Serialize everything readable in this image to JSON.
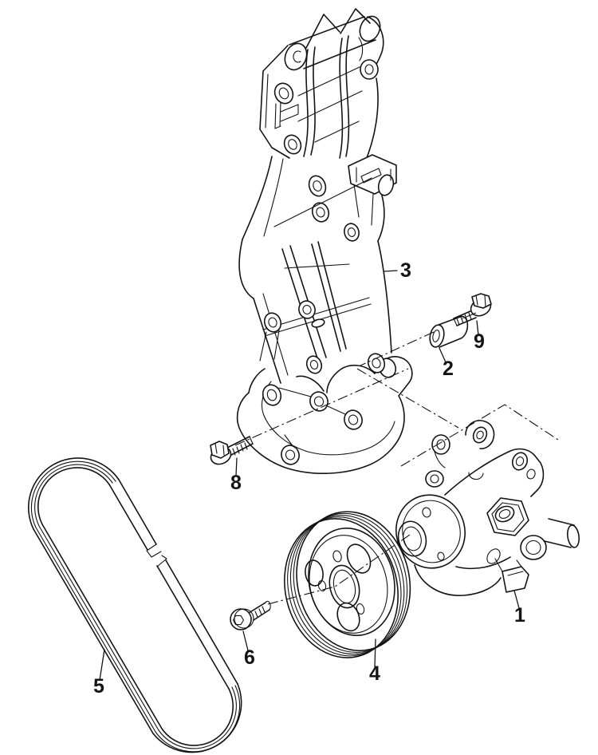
{
  "figure": {
    "type": "exploded-parts-diagram",
    "background_color": "#ffffff",
    "line_color": "#141414",
    "callout_numbers_visible": [
      "1",
      "2",
      "3",
      "4",
      "5",
      "6",
      "8",
      "9"
    ]
  },
  "labels": {
    "1": {
      "text": "1"
    },
    "2": {
      "text": "2"
    },
    "3": {
      "text": "3"
    },
    "4": {
      "text": "4"
    },
    "5": {
      "text": "5"
    },
    "6": {
      "text": "6"
    },
    "8": {
      "text": "8"
    },
    "9": {
      "text": "9"
    }
  }
}
